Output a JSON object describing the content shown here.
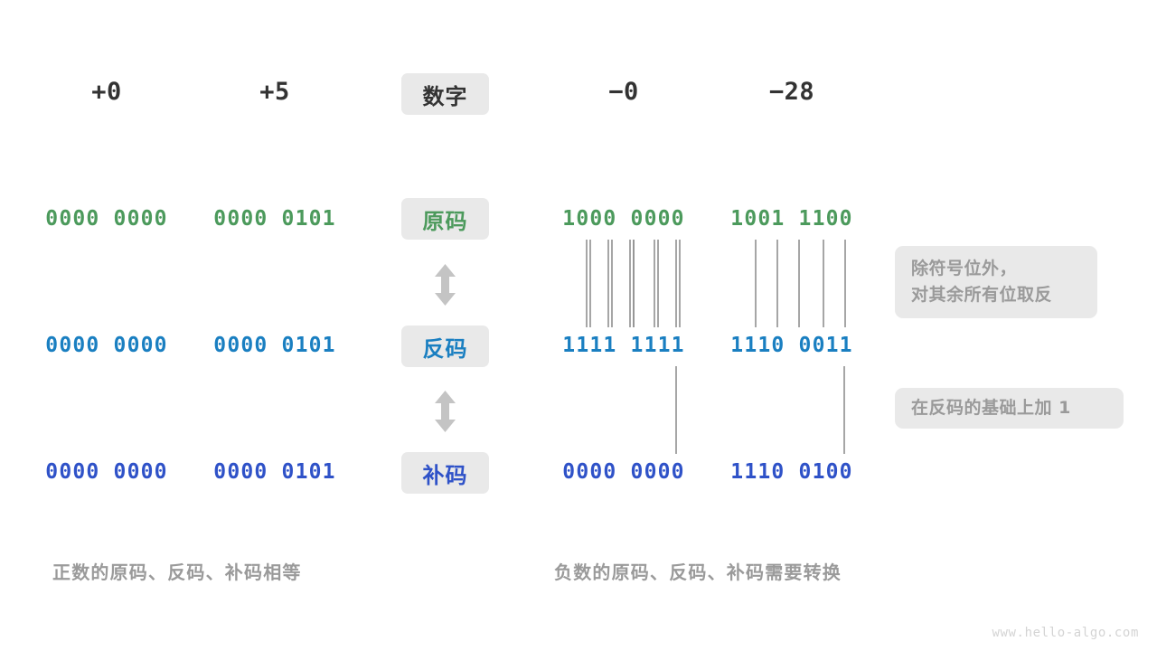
{
  "colors": {
    "green": "#4C9A5C",
    "blue": "#1A7FC1",
    "indigo": "#2F52C8",
    "dark": "#333333",
    "grey_text": "#9A9A9A",
    "chip_bg": "#E9E9E9",
    "connector": "#808080",
    "arrow": "#C4C4C4",
    "background": "#FFFFFF"
  },
  "header": {
    "row_label": "数字",
    "columns": [
      {
        "key": "plus0",
        "label": "+0"
      },
      {
        "key": "plus5",
        "label": "+5"
      },
      {
        "key": "minus0",
        "label": "−0"
      },
      {
        "key": "minus28",
        "label": "−28"
      }
    ]
  },
  "rows": [
    {
      "key": "sign_magnitude",
      "label": "原码",
      "color": "green",
      "values": {
        "plus0": "0000 0000",
        "plus5": "0000 0101",
        "minus0": "1000 0000",
        "minus28": "1001 1100"
      }
    },
    {
      "key": "ones_complement",
      "label": "反码",
      "color": "blue",
      "values": {
        "plus0": "0000 0000",
        "plus5": "0000 0101",
        "minus0": "1111 1111",
        "minus28": "1110 0011"
      }
    },
    {
      "key": "twos_complement",
      "label": "补码",
      "color": "indigo",
      "values": {
        "plus0": "0000 0000",
        "plus5": "0000 0101",
        "minus0": "0000 0000",
        "minus28": "1110 0100"
      }
    }
  ],
  "notes": [
    {
      "key": "invert_note",
      "lines": [
        "除符号位外，",
        "对其余所有位取反"
      ]
    },
    {
      "key": "add_one_note",
      "lines": [
        "在反码的基础上加 1"
      ]
    }
  ],
  "captions": {
    "positive": "正数的原码、反码、补码相等",
    "negative": "负数的原码、反码、补码需要转换"
  },
  "watermark": "www.hello-algo.com"
}
